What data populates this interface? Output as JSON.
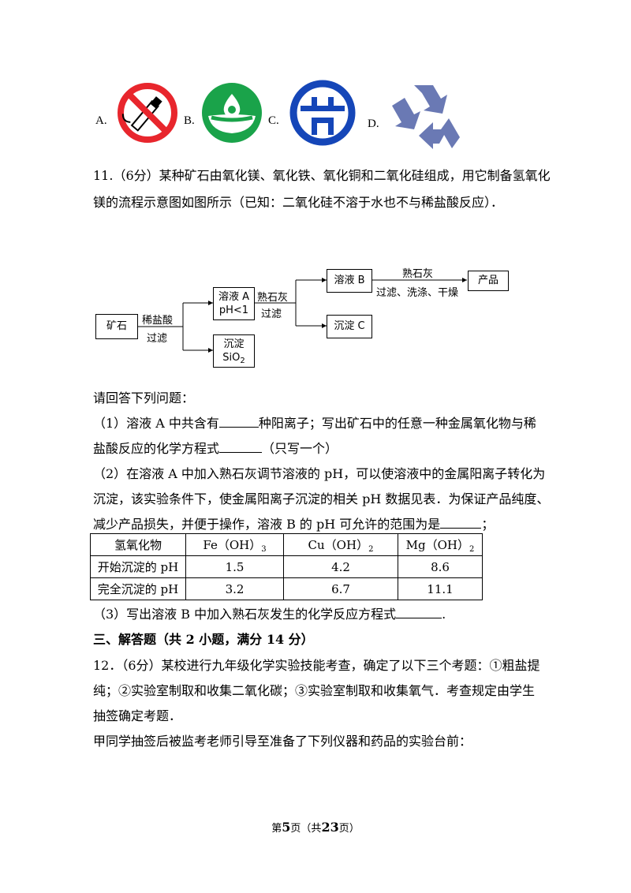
{
  "logos": {
    "a_label": "A.",
    "b_label": "B.",
    "c_label": "C.",
    "d_label": "D.",
    "a_icon": "no-smoking-icon",
    "b_icon": "water-saving-icon",
    "c_icon": "china-energy-saving-icon",
    "d_icon": "recycling-icon"
  },
  "q11": {
    "line1": "11.（6分）某种矿石由氧化镁、氧化铁、氧化铜和二氧化硅组成，用它制备氢氧化",
    "line2": "镁的流程示意图如图所示（已知：二氧化硅不溶于水也不与稀盐酸反应）．"
  },
  "flow": {
    "ore": "矿石",
    "acid_top": "稀盐酸",
    "acid_bottom": "过滤",
    "solution_a_line1": "溶液 A",
    "solution_a_line2": "pH<1",
    "precip_line1": "沉淀",
    "precip_line2": "SiO",
    "precip_sub": "2",
    "lime_top": "熟石灰",
    "lime_bottom": "过滤",
    "solution_b": "溶液 B",
    "precip_c": "沉淀 C",
    "lime2_top": "熟石灰",
    "lime2_bottom": "过滤、洗涤、干燥",
    "product": "产品"
  },
  "questions": {
    "prompt": "请回答下列问题：",
    "p1_line1_a": "（1）溶液 A 中共含有",
    "p1_line1_b": "种阳离子；写出矿石中的任意一种金属氧化物与稀",
    "p1_line2_a": "盐酸反应的化学方程式",
    "p1_line2_b": "（只写一个）",
    "p2_line1": "（2）在溶液 A 中加入熟石灰调节溶液的 pH，可以使溶液中的金属阳离子转化为",
    "p2_line2": "沉淀，该实验条件下，使金属阳离子沉淀的相关 pH 数据见表．为保证产品纯度、",
    "p2_line3_a": "减少产品损失，并便于操作，溶液 B 的 pH 可允许的范围为是",
    "p2_line3_b": "；",
    "p3_a": "（3）写出溶液 B 中加入熟石灰发生的化学反应方程式",
    "p3_b": "."
  },
  "table": {
    "header": [
      "氢氧化物",
      "Fe（OH）",
      "Cu（OH）",
      "Mg（OH）"
    ],
    "header_subs": [
      "",
      "3",
      "2",
      "2"
    ],
    "rows": [
      [
        "开始沉淀的 pH",
        "1.5",
        "4.2",
        "8.6"
      ],
      [
        "完全沉淀的 pH",
        "3.2",
        "6.7",
        "11.1"
      ]
    ]
  },
  "section3": {
    "title": "三、解答题（共 2 小题，满分 14 分）",
    "q12_line1": "12．（6分）某校进行九年级化学实验技能考查，确定了以下三个考题：①粗盐提",
    "q12_line2": "纯；②实验室制取和收集二氧化碳；③实验室制取和收集氧气．考查规定由学生",
    "q12_line3": "抽签确定考题．",
    "q12_line4": "甲同学抽签后被监考老师引导至准备了下列仪器和药品的实验台前："
  },
  "footer": {
    "pre": "第",
    "page": "5",
    "mid": "页（共",
    "total": "23",
    "post": "页）"
  }
}
